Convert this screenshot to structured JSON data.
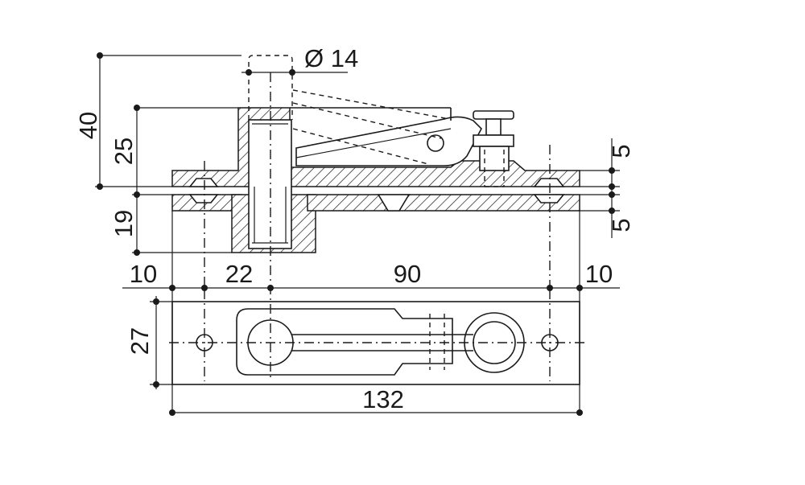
{
  "dimensions": {
    "dia_label": "Ø 14",
    "h40": "40",
    "h25": "25",
    "h19": "19",
    "v5_top": "5",
    "v5_bottom": "5",
    "w10_left": "10",
    "w22": "22",
    "w90": "90",
    "w10_right": "10",
    "h27": "27",
    "w132": "132"
  },
  "colors": {
    "line": "#1a1a1a",
    "background": "#ffffff"
  }
}
